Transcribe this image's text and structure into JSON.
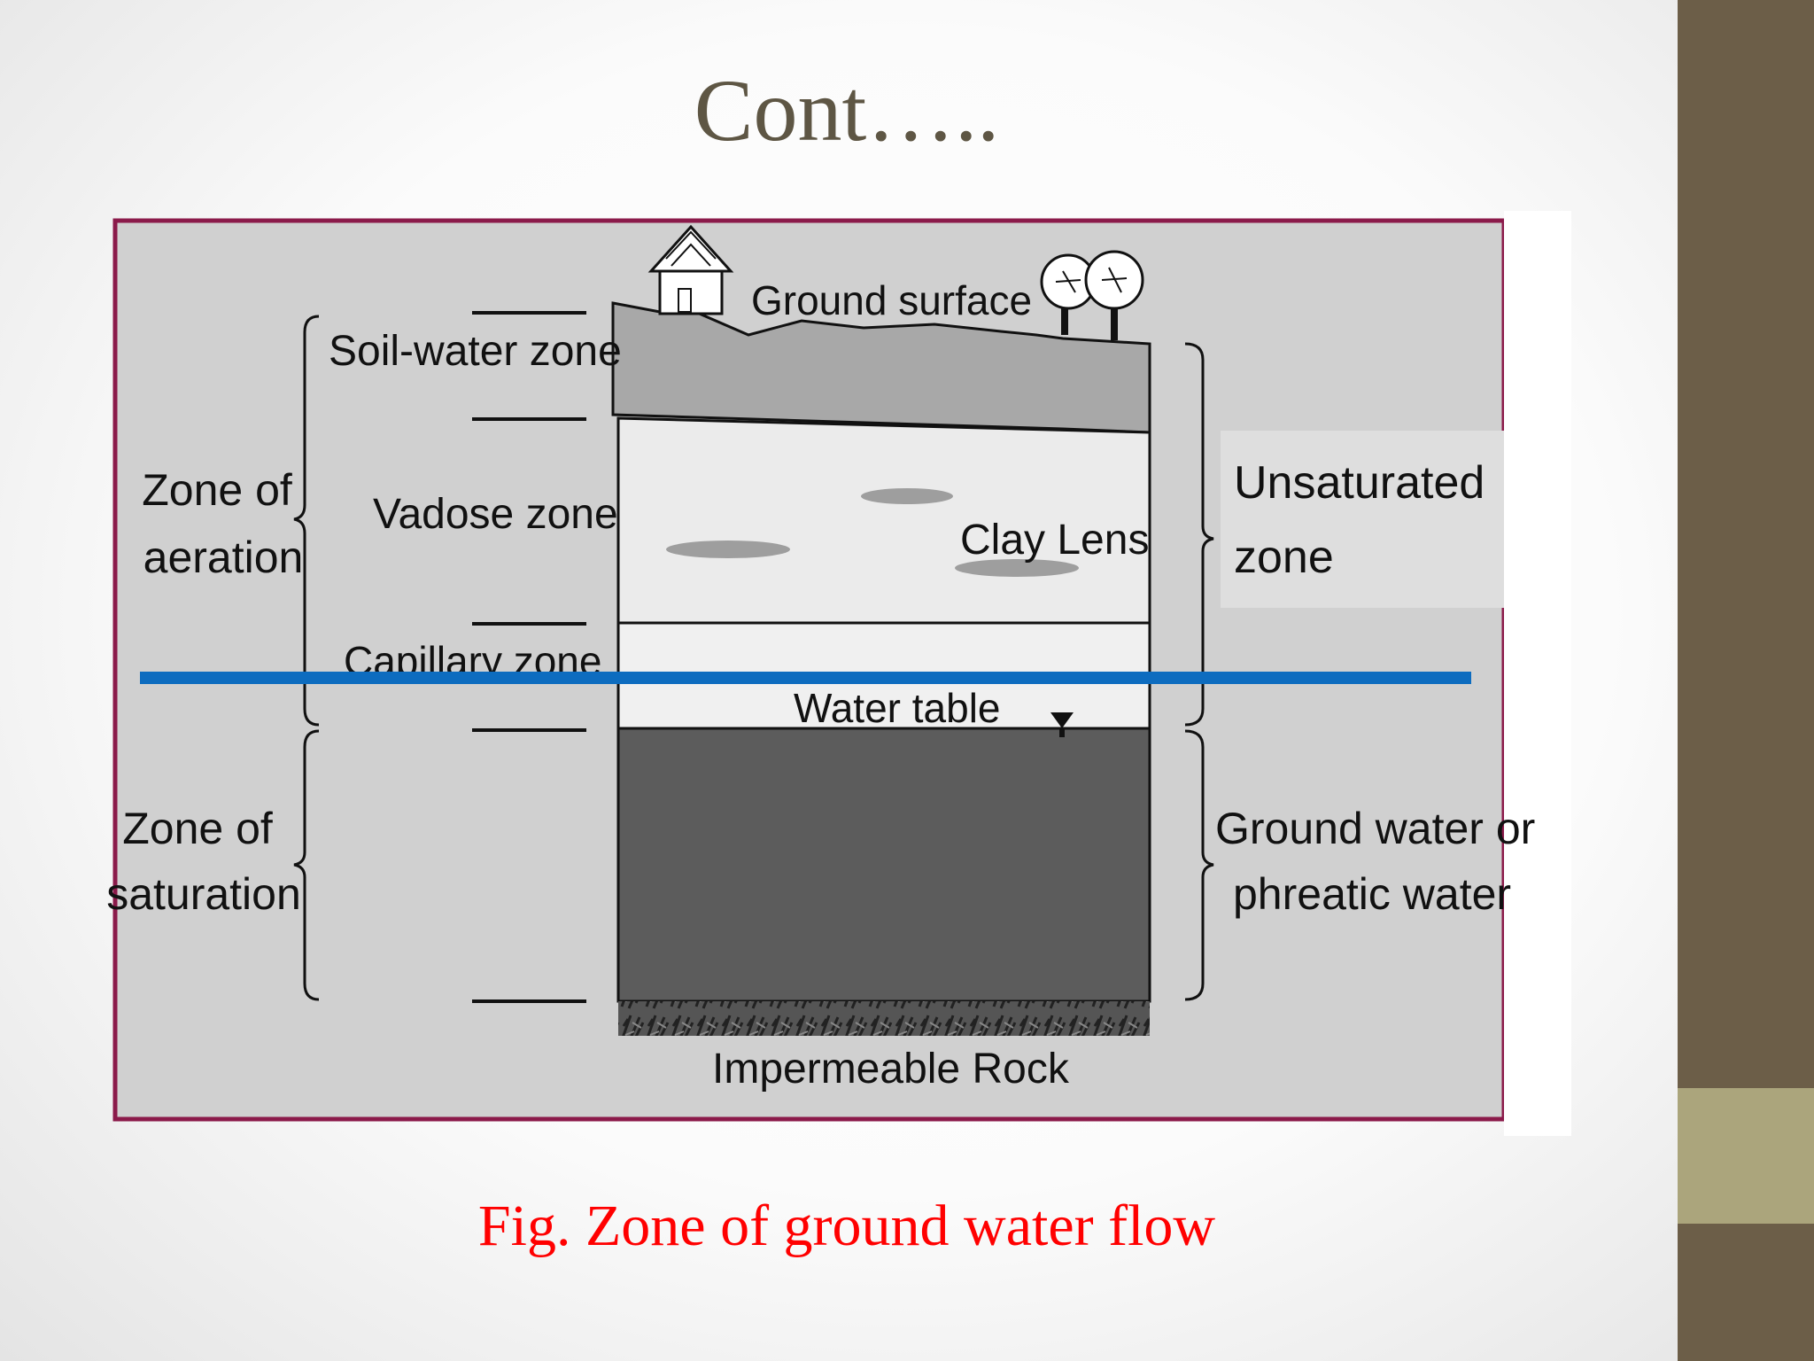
{
  "slide": {
    "title": "Cont…..",
    "caption": "Fig. Zone of ground water flow"
  },
  "diagram": {
    "ground_surface": "Ground surface",
    "soil_water_zone": "Soil-water zone",
    "vadose_zone": "Vadose zone",
    "capillary_zone": "Capillary zone",
    "water_table": "Water table",
    "clay_lens": "Clay Lens",
    "impermeable_rock": "Impermeable Rock",
    "zone_of_aeration": [
      "Zone of",
      "aeration"
    ],
    "zone_of_saturation": [
      "Zone of",
      "saturation"
    ],
    "unsaturated_zone": [
      "Unsaturated",
      "zone"
    ],
    "ground_water": [
      "Ground water or",
      "phreatic water"
    ]
  },
  "colors": {
    "title": "#5e5644",
    "caption": "#ff0000",
    "frame_border": "#8b1a4a",
    "water_table_line": "#0d6cbf",
    "side_band": "#6c5e48",
    "side_accent": "#aba57c"
  }
}
